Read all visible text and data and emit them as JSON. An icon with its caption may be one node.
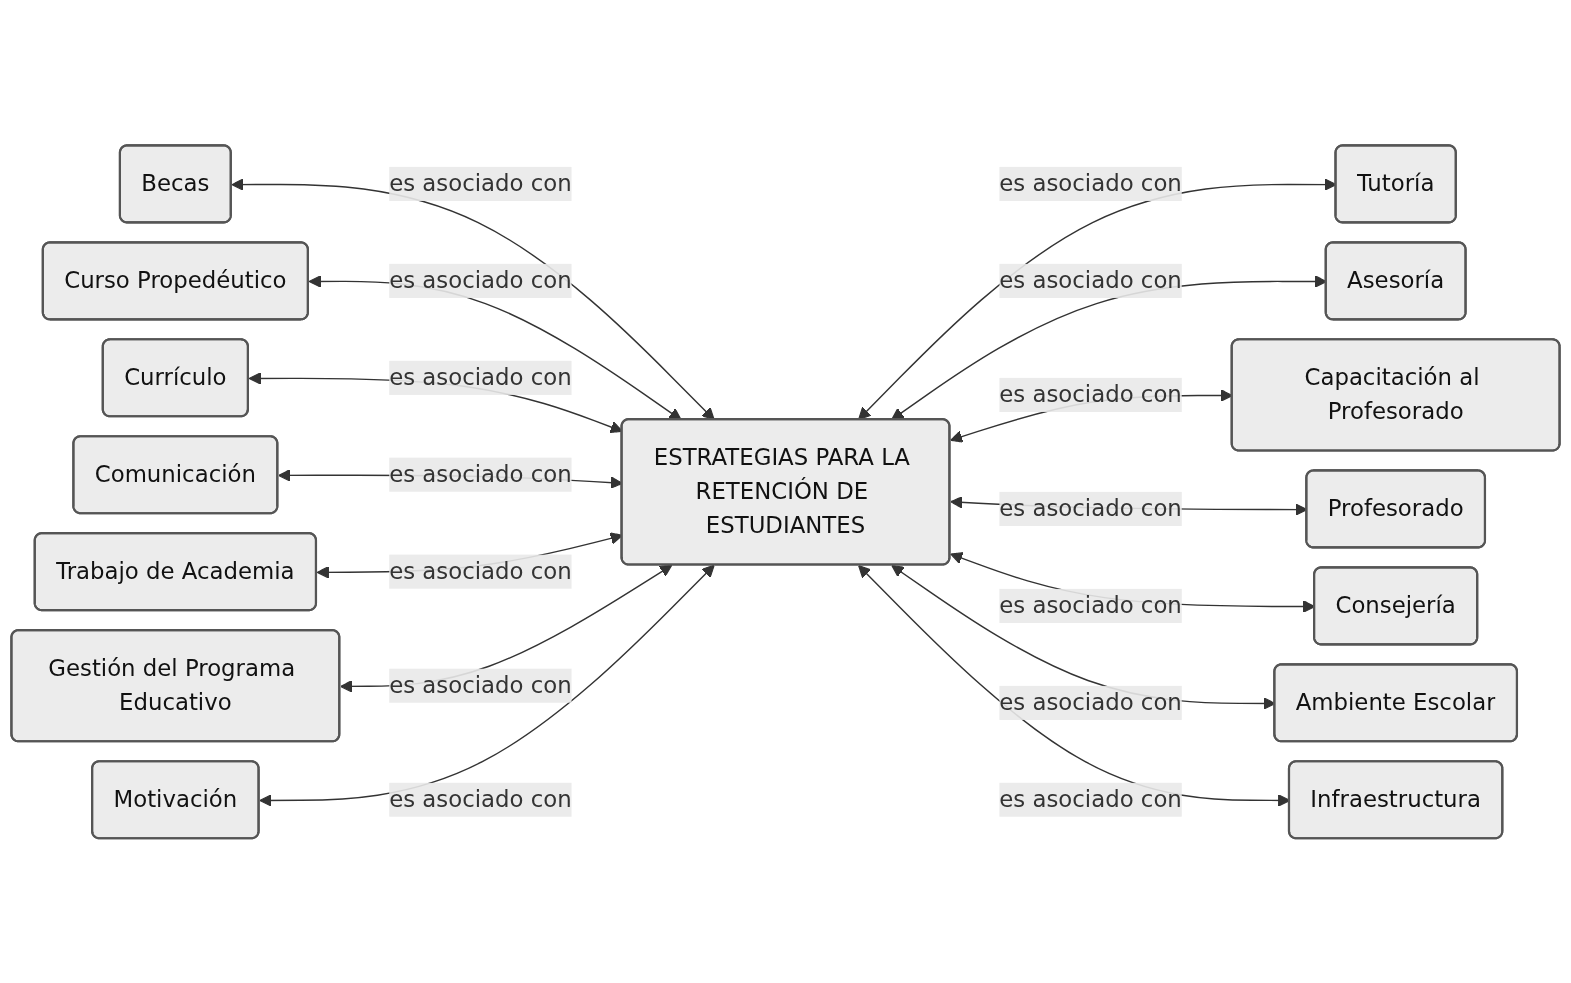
{
  "diagram": {
    "nodes": [
      {
        "text": [
          "Tutoría"
        ]
      },
      {
        "text": [
          "Becas"
        ]
      },
      {
        "text": [
          "Asesoría"
        ]
      },
      {
        "text": [
          "Curso Propedéutico"
        ]
      },
      {
        "text": [
          "Capacitación al Profesorado"
        ]
      },
      {
        "text": [
          "Currículo"
        ]
      },
      {
        "text": [
          "ESTRATEGIAS PARA LA RETENCIÓN DE ESTUDIANTES"
        ]
      },
      {
        "text": [
          "Profesorado"
        ]
      },
      {
        "text": [
          "Comunicación"
        ]
      },
      {
        "text": [
          "Consejería"
        ]
      },
      {
        "text": [
          "Trabajo de Academia"
        ]
      },
      {
        "text": [
          "Ambiente Escolar"
        ]
      },
      {
        "text": [
          "Gestión del Programa Educativo"
        ]
      },
      {
        "text": [
          "Infraestructura"
        ]
      },
      {
        "text": [
          "Motivación"
        ]
      }
    ],
    "edges": [
      {
        "from": 6,
        "to": 0,
        "arrow": "both",
        "label": "es asociado con"
      },
      {
        "from": 6,
        "to": 1,
        "arrow": "both",
        "label": "es asociado con"
      },
      {
        "from": 6,
        "to": 2,
        "arrow": "both",
        "label": "es asociado con"
      },
      {
        "from": 6,
        "to": 3,
        "arrow": "both",
        "label": "es asociado con"
      },
      {
        "from": 6,
        "to": 4,
        "arrow": "both",
        "label": "es asociado con"
      },
      {
        "from": 6,
        "to": 5,
        "arrow": "both",
        "label": "es asociado con"
      },
      {
        "from": 6,
        "to": 7,
        "arrow": "both",
        "label": "es asociado con"
      },
      {
        "from": 6,
        "to": 8,
        "arrow": "both",
        "label": "es asociado con"
      },
      {
        "from": 6,
        "to": 9,
        "arrow": "both",
        "label": "es asociado con"
      },
      {
        "from": 6,
        "to": 10,
        "arrow": "both",
        "label": "es asociado con"
      },
      {
        "from": 6,
        "to": 11,
        "arrow": "both",
        "label": "es asociado con"
      },
      {
        "from": 6,
        "to": 12,
        "arrow": "both",
        "label": "es asociado con"
      },
      {
        "from": 6,
        "to": 13,
        "arrow": "both",
        "label": "es asociado con"
      },
      {
        "from": 6,
        "to": 14,
        "arrow": "both",
        "label": "es asociado con"
      }
    ]
  }
}
